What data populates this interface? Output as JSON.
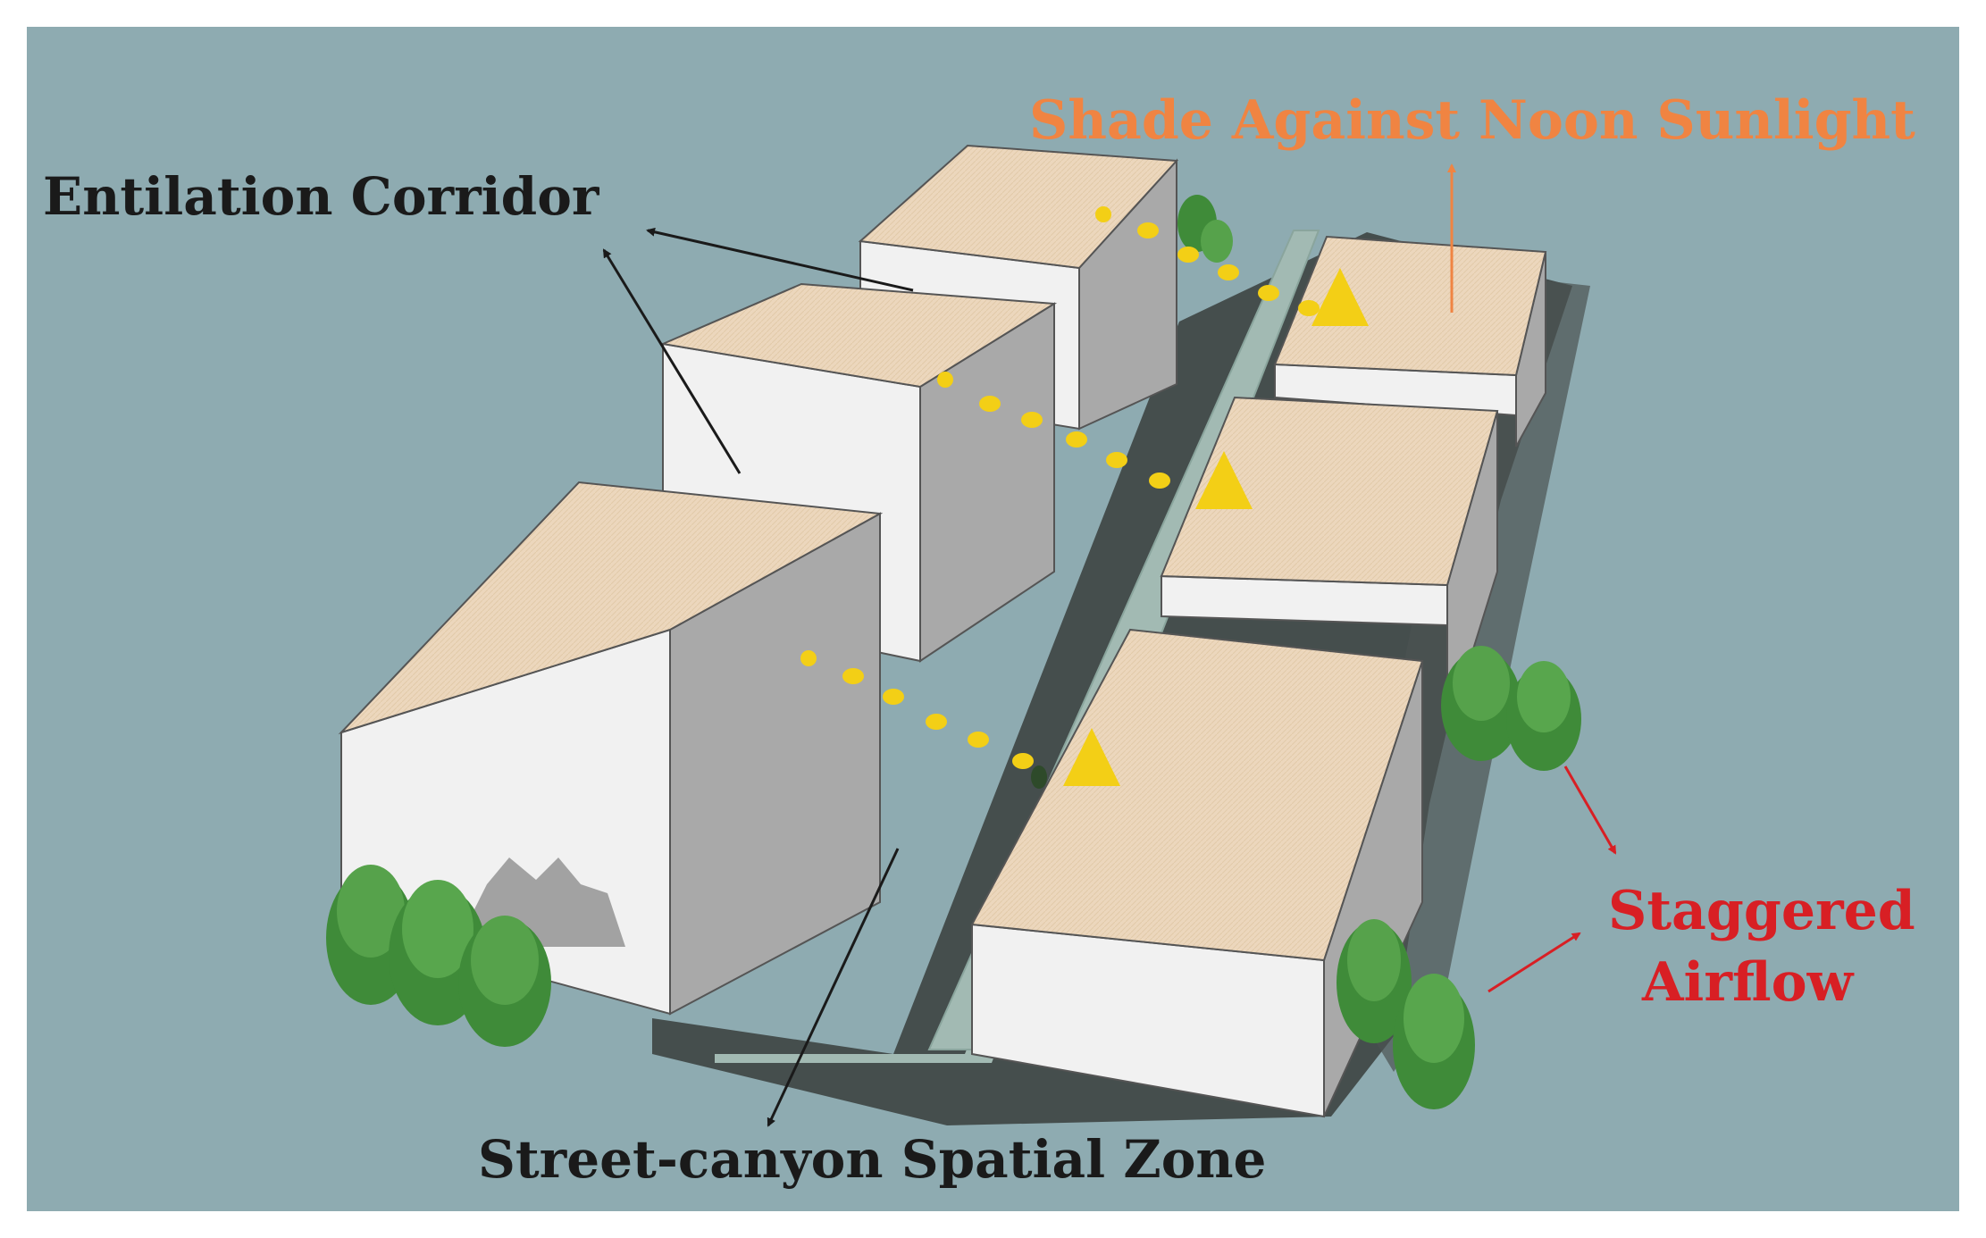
{
  "labels": {
    "ventilation_corridor": "Entilation Corridor",
    "shade": "Shade Against Noon Sunlight",
    "staggered_line1": "Staggered",
    "staggered_line2": "Airflow",
    "street_canyon": "Street-canyon Spatial Zone"
  },
  "colors": {
    "background": "#8eabb1",
    "ground_shadow": "#3d4442",
    "street": "#a2bab3",
    "roof": "#ecd7bd",
    "wall_front": "#f1f1f1",
    "wall_side": "#a9a9a9",
    "tree": "#3f8b39",
    "sun_marker": "#f3cf16",
    "label_dark": "#1a1a1a",
    "label_orange": "#f08442",
    "label_red": "#d81f24"
  },
  "icons": [
    "tree-icon",
    "sun-dot-icon",
    "triangle-marker-icon",
    "arrow-icon"
  ]
}
